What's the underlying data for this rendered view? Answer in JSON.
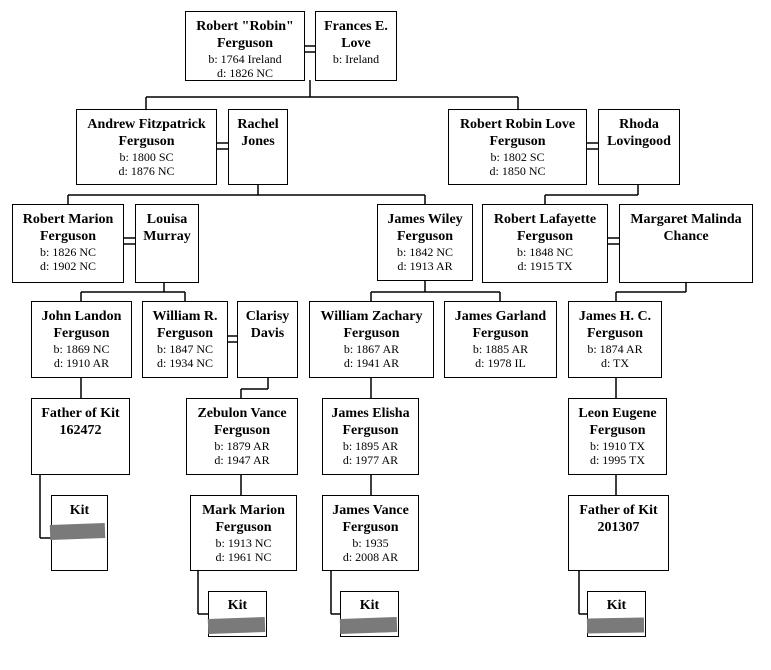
{
  "people": {
    "robert_robin": {
      "name": "Robert \"Robin\"\nFerguson",
      "born": "b: 1764 Ireland",
      "died": "d: 1826 NC"
    },
    "frances": {
      "name": "Frances E.\nLove",
      "born": "b: Ireland",
      "died": ""
    },
    "andrew": {
      "name": "Andrew Fitzpatrick\nFerguson",
      "born": "b: 1800 SC",
      "died": "d: 1876 NC"
    },
    "rachel": {
      "name": "Rachel\nJones",
      "born": "",
      "died": ""
    },
    "robert_robin_love": {
      "name": "Robert Robin Love\nFerguson",
      "born": "b: 1802 SC",
      "died": "d: 1850 NC"
    },
    "rhoda": {
      "name": "Rhoda\nLovingood",
      "born": "",
      "died": ""
    },
    "robert_marion": {
      "name": "Robert Marion\nFerguson",
      "born": "b: 1826 NC",
      "died": "d: 1902 NC"
    },
    "louisa": {
      "name": "Louisa\nMurray",
      "born": "",
      "died": ""
    },
    "james_wiley": {
      "name": "James Wiley\nFerguson",
      "born": "b: 1842 NC",
      "died": "d: 1913 AR"
    },
    "robert_lafayette": {
      "name": "Robert Lafayette\nFerguson",
      "born": "b: 1848 NC",
      "died": "d: 1915 TX"
    },
    "margaret": {
      "name": "Margaret Malinda\nChance",
      "born": "",
      "died": ""
    },
    "john_landon": {
      "name": "John Landon\nFerguson",
      "born": "b: 1869 NC",
      "died": "d: 1910 AR"
    },
    "william_r": {
      "name": "William R.\nFerguson",
      "born": "b: 1847 NC",
      "died": "d: 1934 NC"
    },
    "clarisy": {
      "name": "Clarisy\nDavis",
      "born": "",
      "died": ""
    },
    "william_zachary": {
      "name": "William Zachary\nFerguson",
      "born": "b: 1867 AR",
      "died": "d: 1941 AR"
    },
    "james_garland": {
      "name": "James Garland\nFerguson",
      "born": "b: 1885 AR",
      "died": "d: 1978 IL"
    },
    "james_hc": {
      "name": "James H. C.\nFerguson",
      "born": "b: 1874 AR",
      "died": "d: TX"
    },
    "father_kit_162472": {
      "name": "Father of Kit\n162472",
      "born": "",
      "died": ""
    },
    "zebulon": {
      "name": "Zebulon Vance\nFerguson",
      "born": "b: 1879 AR",
      "died": "d: 1947 AR"
    },
    "james_elisha": {
      "name": "James Elisha\nFerguson",
      "born": "b: 1895 AR",
      "died": "d: 1977 AR"
    },
    "leon": {
      "name": "Leon Eugene\nFerguson",
      "born": "b: 1910 TX",
      "died": "d: 1995 TX"
    },
    "kit_1": {
      "name": "Kit",
      "born": "",
      "died": ""
    },
    "mark_marion": {
      "name": "Mark Marion\nFerguson",
      "born": "b: 1913 NC",
      "died": "d: 1961 NC"
    },
    "james_vance": {
      "name": "James Vance\nFerguson",
      "born": "b: 1935",
      "died": "d: 2008 AR"
    },
    "father_kit_201307": {
      "name": "Father of Kit\n201307",
      "born": "",
      "died": ""
    },
    "kit_2": {
      "name": "Kit",
      "born": "",
      "died": ""
    },
    "kit_3": {
      "name": "Kit",
      "born": "",
      "died": ""
    },
    "kit_4": {
      "name": "Kit",
      "born": "",
      "died": ""
    }
  },
  "colors": {
    "line": "#000000",
    "redaction": "#7a7a7a"
  }
}
